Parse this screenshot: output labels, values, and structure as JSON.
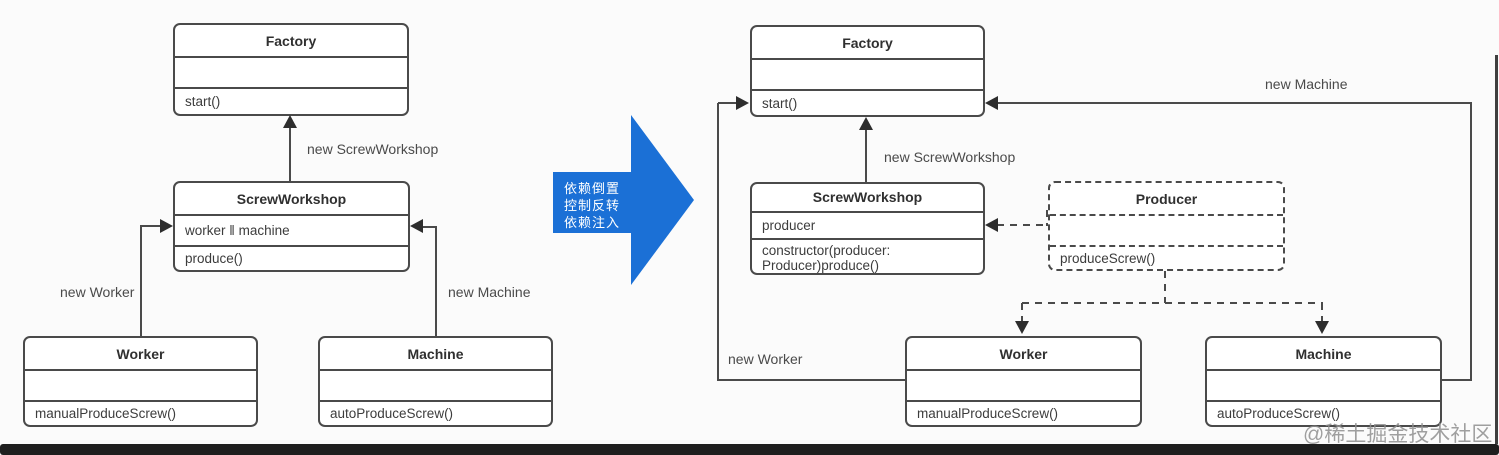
{
  "left": {
    "factory": {
      "title": "Factory",
      "method": "start()"
    },
    "workshop": {
      "title": "ScrewWorkshop",
      "attribute": "worker ‖ machine",
      "method": "produce()"
    },
    "worker": {
      "title": "Worker",
      "method": "manualProduceScrew()"
    },
    "machine": {
      "title": "Machine",
      "method": "autoProduceScrew()"
    },
    "edge_labels": {
      "workshop_to_factory": "new ScrewWorkshop",
      "worker_to_workshop": "new Worker",
      "machine_to_workshop": "new Machine"
    }
  },
  "transform_arrow": {
    "line1": "依赖倒置",
    "line2": "控制反转",
    "line3": "依赖注入",
    "color": "#1b70d6"
  },
  "right": {
    "factory": {
      "title": "Factory",
      "method": "start()"
    },
    "workshop": {
      "title": "ScrewWorkshop",
      "attribute": "producer",
      "method": "constructor(producer: Producer)produce()"
    },
    "producer": {
      "title": "Producer",
      "method": "produceScrew()"
    },
    "worker": {
      "title": "Worker",
      "method": "manualProduceScrew()"
    },
    "machine": {
      "title": "Machine",
      "method": "autoProduceScrew()"
    },
    "edge_labels": {
      "workshop_to_factory": "new ScrewWorkshop",
      "worker_to_factory": "new Worker",
      "machine_to_factory": "new Machine"
    }
  },
  "watermark": "@稀土掘金技术社区",
  "colors": {
    "arrow_blue": "#1b70d6",
    "line_gray": "#4a4a4a",
    "footer_bar": "#1e1e1e"
  }
}
